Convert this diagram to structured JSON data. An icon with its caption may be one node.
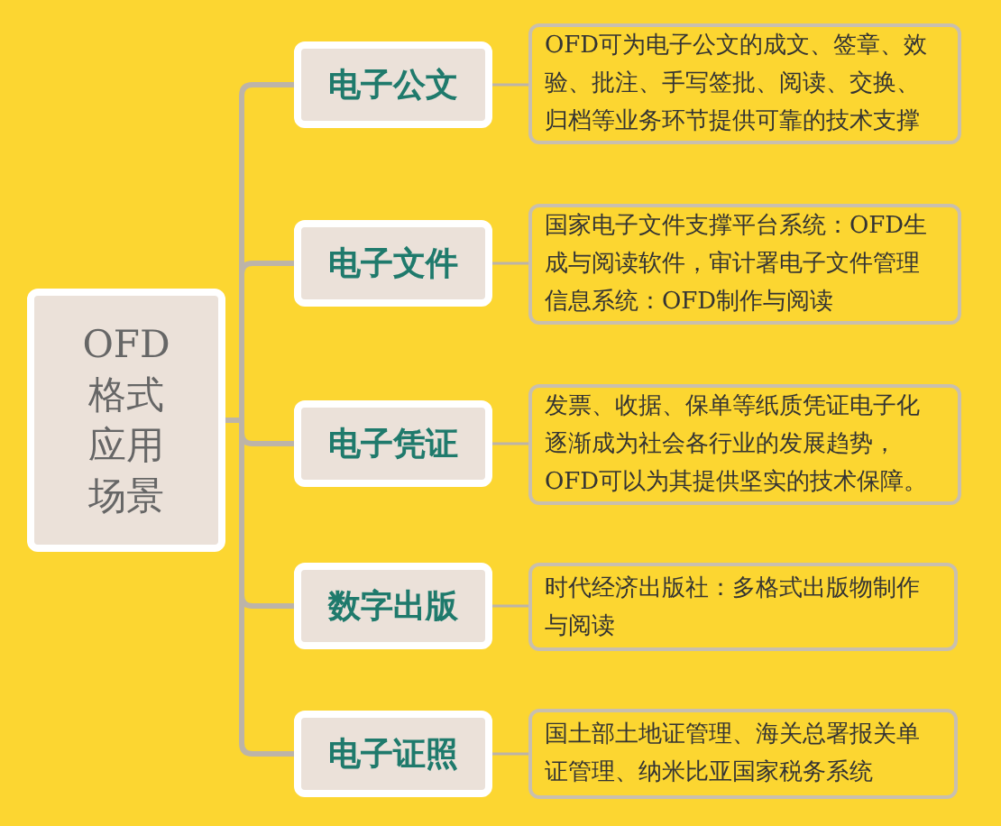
{
  "diagram": {
    "nodes": [
      {
        "text": [
          "OFD格式应用场景"
        ]
      },
      {
        "text": [
          "电子公文"
        ]
      },
      {
        "text": [
          "电子文件"
        ]
      },
      {
        "text": [
          "电子凭证"
        ]
      },
      {
        "text": [
          "数字出版"
        ]
      },
      {
        "text": [
          "电子证照"
        ]
      },
      {
        "text": [
          "OFD可为电子公文的成文、签章、效验、批注、手写签批、阅读、交换、归档等业务环节提供可靠的技术支撑"
        ]
      },
      {
        "text": [
          "国家电子文件支撑平台系统：OFD生成与阅读软件，审计署电子文件管理信息系统：OFD制作与阅读"
        ]
      },
      {
        "text": [
          "发票、收据、保单等纸质凭证电子化逐渐成为社会各行业的发展趋势，OFD可以为其提供坚实的技术保障。"
        ]
      },
      {
        "text": [
          "时代经济出版社：多格式出版物制作与阅读"
        ]
      },
      {
        "text": [
          "国土部土地证管理、海关总署报关单证管理、纳米比亚国家税务系统"
        ]
      }
    ],
    "edges": [
      {
        "from": 0,
        "to": 1,
        "arrow": "none",
        "style": "thick"
      },
      {
        "from": 0,
        "to": 2,
        "arrow": "none",
        "style": "thick"
      },
      {
        "from": 0,
        "to": 3,
        "arrow": "none",
        "style": "thick"
      },
      {
        "from": 0,
        "to": 4,
        "arrow": "none",
        "style": "thick"
      },
      {
        "from": 0,
        "to": 5,
        "arrow": "none",
        "style": "thick"
      },
      {
        "from": 1,
        "to": 6,
        "arrow": "none"
      },
      {
        "from": 2,
        "to": 7,
        "arrow": "none"
      },
      {
        "from": 3,
        "to": 8,
        "arrow": "none"
      },
      {
        "from": 4,
        "to": 9,
        "arrow": "none"
      },
      {
        "from": 5,
        "to": 10,
        "arrow": "none"
      }
    ]
  }
}
